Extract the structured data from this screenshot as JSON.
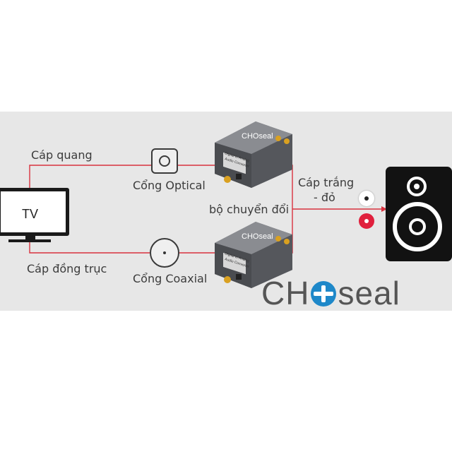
{
  "labels": {
    "cable_optical": "Cáp quang",
    "port_optical": "Cổng Optical",
    "tv": "TV",
    "converter": "bộ chuyển đổi",
    "cable_rca": "Cáp trắng",
    "cable_rca_2": "- đỏ",
    "cable_coax": "Cáp đồng trục",
    "port_coax": "Cổng Coaxial"
  },
  "device": {
    "brand_mark": "CHOseal",
    "label_line1": "Digital to Analog",
    "label_line2": "Audio Converter"
  },
  "brand": {
    "prefix": "CH",
    "suffix": "seal"
  },
  "colors": {
    "cable": "#d9323f",
    "panel": "#e7e7e7",
    "brand_blue": "#1e88c9",
    "rca_red": "#e0203d"
  },
  "icons": [
    "tv-icon",
    "optical-port-icon",
    "coaxial-port-icon",
    "converter-device",
    "rca-white-connector",
    "rca-red-connector",
    "speaker-icon",
    "brand-logo"
  ]
}
